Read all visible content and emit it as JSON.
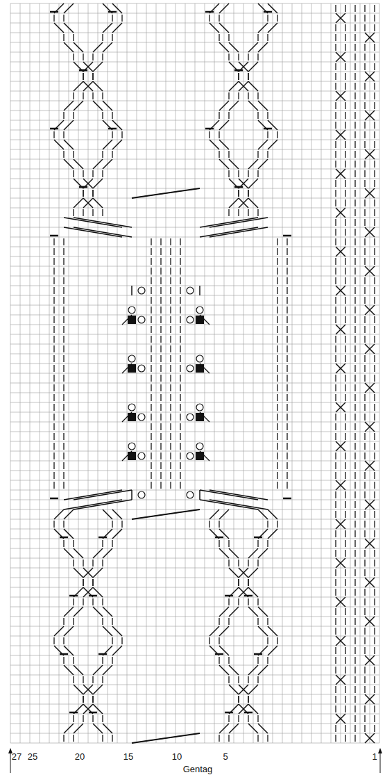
{
  "diagram": {
    "labels": [
      "27",
      "25",
      "20",
      "15",
      "10",
      "5",
      "1",
      "Gentag"
    ]
  }
}
